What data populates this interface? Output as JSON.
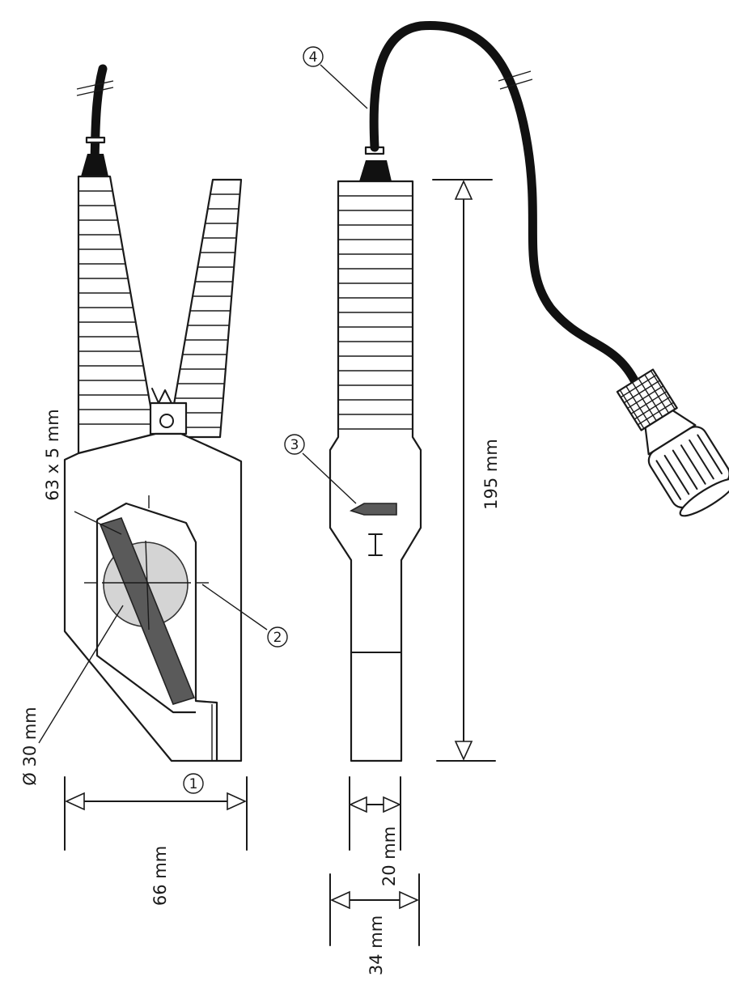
{
  "labels": {
    "dim_bar": "63 x 5 mm",
    "dim_diameter": "Ø 30 mm",
    "dim_width_clamp": "66 mm",
    "dim_width_large": "34 mm",
    "dim_width_small": "20 mm",
    "dim_length": "195 mm"
  },
  "callouts": {
    "c1": "1",
    "c2": "2",
    "c3": "3",
    "c4": "4"
  },
  "colors": {
    "line": "#1a1a1a",
    "conductor_grey": "#d4d4d4",
    "bar_dark": "#5a5a5a",
    "cable": "#111111"
  }
}
